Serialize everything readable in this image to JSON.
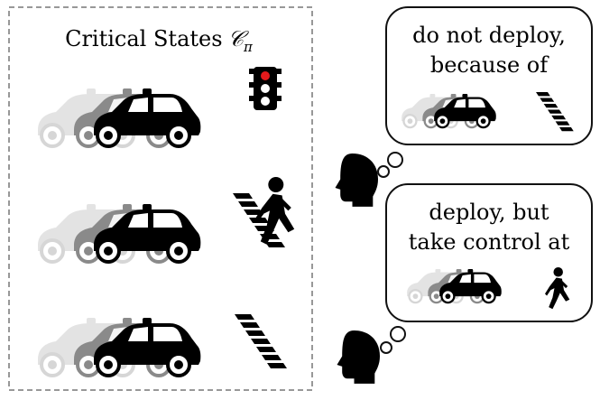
{
  "critical_states": {
    "title": "Critical States",
    "symbol": "𝒞",
    "subscript": "π"
  },
  "bubble_top": {
    "line1": "do not deploy,",
    "line2": "because of"
  },
  "bubble_bottom": {
    "line1": "deploy, but",
    "line2": "take control at"
  },
  "colors": {
    "car_back": "#e0e0e0",
    "car_mid": "#8a8a8a",
    "car_front": "#000000",
    "light_red": "#e41a1c",
    "border_dashed": "#777777"
  },
  "icons": [
    "car-stack-icon",
    "traffic-light-icon",
    "pedestrian-crossing-icon",
    "crosswalk-icon",
    "head-icon",
    "thought-bubble-icon",
    "walking-person-icon"
  ]
}
